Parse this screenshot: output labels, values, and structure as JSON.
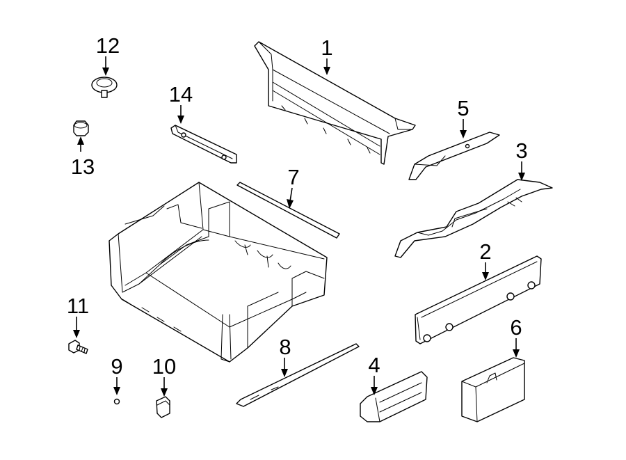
{
  "diagram": {
    "callouts": [
      {
        "label": "1"
      },
      {
        "label": "2"
      },
      {
        "label": "3"
      },
      {
        "label": "4"
      },
      {
        "label": "5"
      },
      {
        "label": "6"
      },
      {
        "label": "7"
      },
      {
        "label": "8"
      },
      {
        "label": "9"
      },
      {
        "label": "10"
      },
      {
        "label": "11"
      },
      {
        "label": "12"
      },
      {
        "label": "13"
      },
      {
        "label": "14"
      }
    ]
  }
}
